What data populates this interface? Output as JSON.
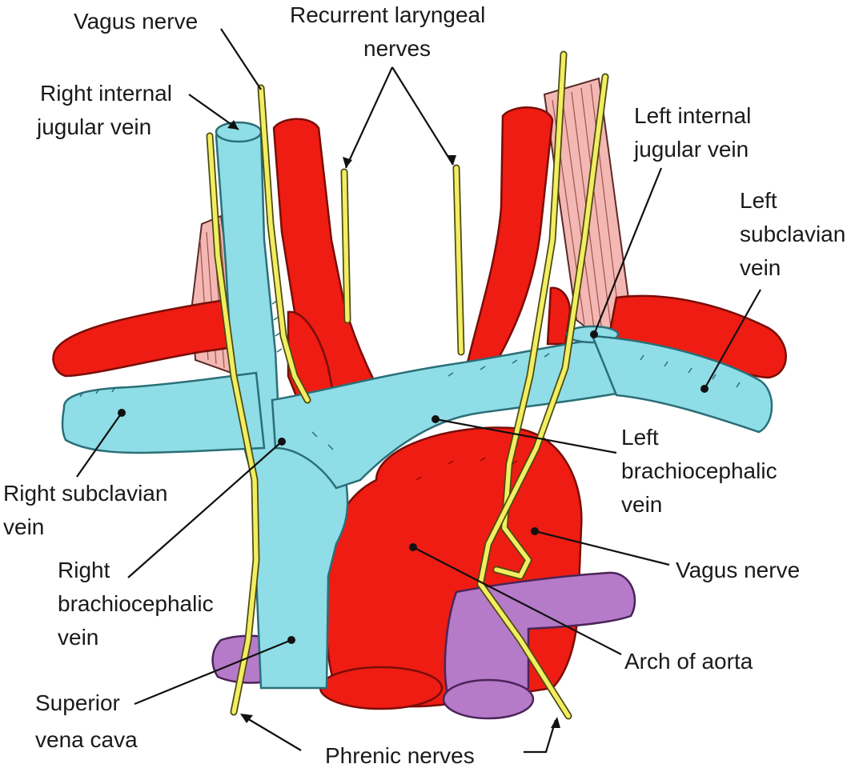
{
  "labels": {
    "vagus_nerve_top": "Vagus nerve",
    "recurrent_laryngeal_1": "Recurrent laryngeal",
    "recurrent_laryngeal_2": "nerves",
    "right_internal_jugular_1": "Right internal",
    "right_internal_jugular_2": "jugular vein",
    "left_internal_jugular_1": "Left internal",
    "left_internal_jugular_2": "jugular vein",
    "left_subclavian_1": "Left",
    "left_subclavian_2": "subclavian",
    "left_subclavian_3": "vein",
    "right_subclavian_1": "Right subclavian",
    "right_subclavian_2": "vein",
    "left_brachiocephalic_1": "Left",
    "left_brachiocephalic_2": "brachiocephalic",
    "left_brachiocephalic_3": "vein",
    "vagus_nerve_right": "Vagus nerve",
    "right_brachiocephalic_1": "Right",
    "right_brachiocephalic_2": "brachiocephalic",
    "right_brachiocephalic_3": "vein",
    "arch_of_aorta": "Arch of aorta",
    "superior_vena_cava_1": "Superior",
    "superior_vena_cava_2": "vena cava",
    "phrenic_nerves": "Phrenic nerves"
  },
  "colors": {
    "vein": "#8fdde6",
    "artery": "#ee1c12",
    "nerve": "#f2ee62",
    "muscle": "#f3b8b3",
    "pulmonary": "#b57ac8"
  }
}
